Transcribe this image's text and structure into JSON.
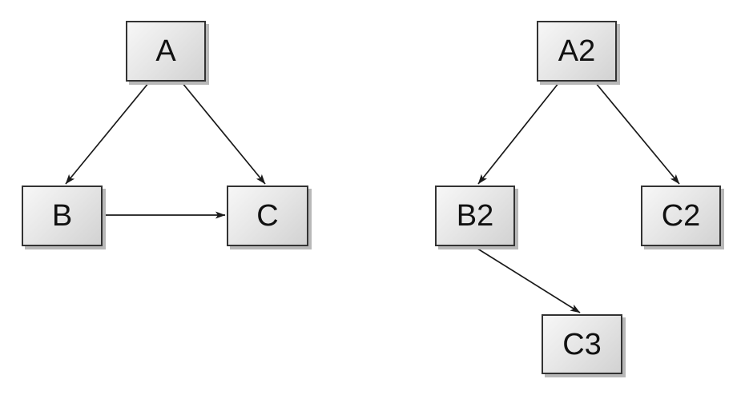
{
  "diagram": {
    "nodes": {
      "a": {
        "id": "A",
        "label": "A"
      },
      "b": {
        "id": "B",
        "label": "B"
      },
      "c": {
        "id": "C",
        "label": "C"
      },
      "a2": {
        "id": "A2",
        "label": "A2"
      },
      "b2": {
        "id": "B2",
        "label": "B2"
      },
      "c2": {
        "id": "C2",
        "label": "C2"
      },
      "c3": {
        "id": "C3",
        "label": "C3"
      }
    },
    "edges": [
      {
        "from": "A",
        "to": "B",
        "directed": true
      },
      {
        "from": "A",
        "to": "C",
        "directed": true
      },
      {
        "from": "B",
        "to": "C",
        "directed": true
      },
      {
        "from": "A2",
        "to": "B2",
        "directed": true
      },
      {
        "from": "A2",
        "to": "C2",
        "directed": true
      },
      {
        "from": "B2",
        "to": "C3",
        "directed": true
      }
    ],
    "colors": {
      "background": "#ffffff",
      "node_fill_start": "#f7f7f7",
      "node_fill_end": "#d2d2d2",
      "node_border": "#333333",
      "node_shadow": "#b8b8b8",
      "edge_stroke": "#1a1a1a",
      "label_color": "#111111"
    }
  }
}
